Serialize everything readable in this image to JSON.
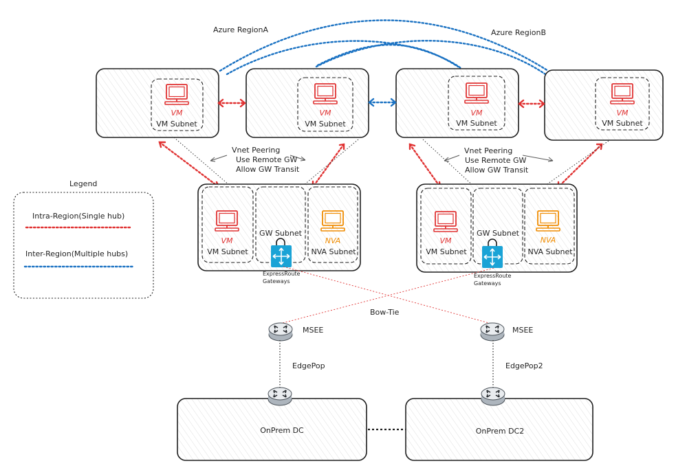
{
  "regions": {
    "a": "Azure RegionA",
    "b": "Azure RegionB"
  },
  "spokes": [
    {
      "vm_label": "VM",
      "subnet_label": "VM Subnet"
    },
    {
      "vm_label": "VM",
      "subnet_label": "VM Subnet"
    },
    {
      "vm_label": "VM",
      "subnet_label": "VM Subnet"
    },
    {
      "vm_label": "VM",
      "subnet_label": "VM Subnet"
    }
  ],
  "peering_notes": [
    {
      "line1": "Vnet Peering",
      "line2": "Use Remote GW",
      "line3": "Allow GW Transit"
    },
    {
      "line1": "Vnet Peering",
      "line2": "Use Remote GW",
      "line3": "Allow GW Transit"
    }
  ],
  "hubs": [
    {
      "vm_label": "VM",
      "vm_subnet": "VM Subnet",
      "gw_subnet": "GW Subnet",
      "nva_label": "NVA",
      "nva_subnet": "NVA Subnet",
      "gateway_line1": "ExpressRoute",
      "gateway_line2": "Gateways"
    },
    {
      "vm_label": "VM",
      "vm_subnet": "VM Subnet",
      "gw_subnet": "GW Subnet",
      "nva_label": "NVA",
      "nva_subnet": "NVA Subnet",
      "gateway_line1": "ExpressRoute",
      "gateway_line2": "Gateways"
    }
  ],
  "legend": {
    "title": "Legend",
    "intra": "Intra-Region(Single hub)",
    "inter": "Inter-Region(Multiple hubs)"
  },
  "bowtie": "Bow-Tie",
  "msee": [
    "MSEE",
    "MSEE"
  ],
  "edgepop": [
    "EdgePop",
    "EdgePop2"
  ],
  "onprem": [
    "OnPrem DC",
    "OnPrem DC2"
  ],
  "colors": {
    "intra_region": "#e03131",
    "inter_region": "#1971c2",
    "vm_icon": "#e03131",
    "nva_icon": "#f08c00",
    "gateway_icon": "#1aa3d6",
    "router_icon": "#e9ecef"
  },
  "icons": [
    "monitor-icon",
    "lock-icon",
    "gateway-icon",
    "router-icon"
  ]
}
